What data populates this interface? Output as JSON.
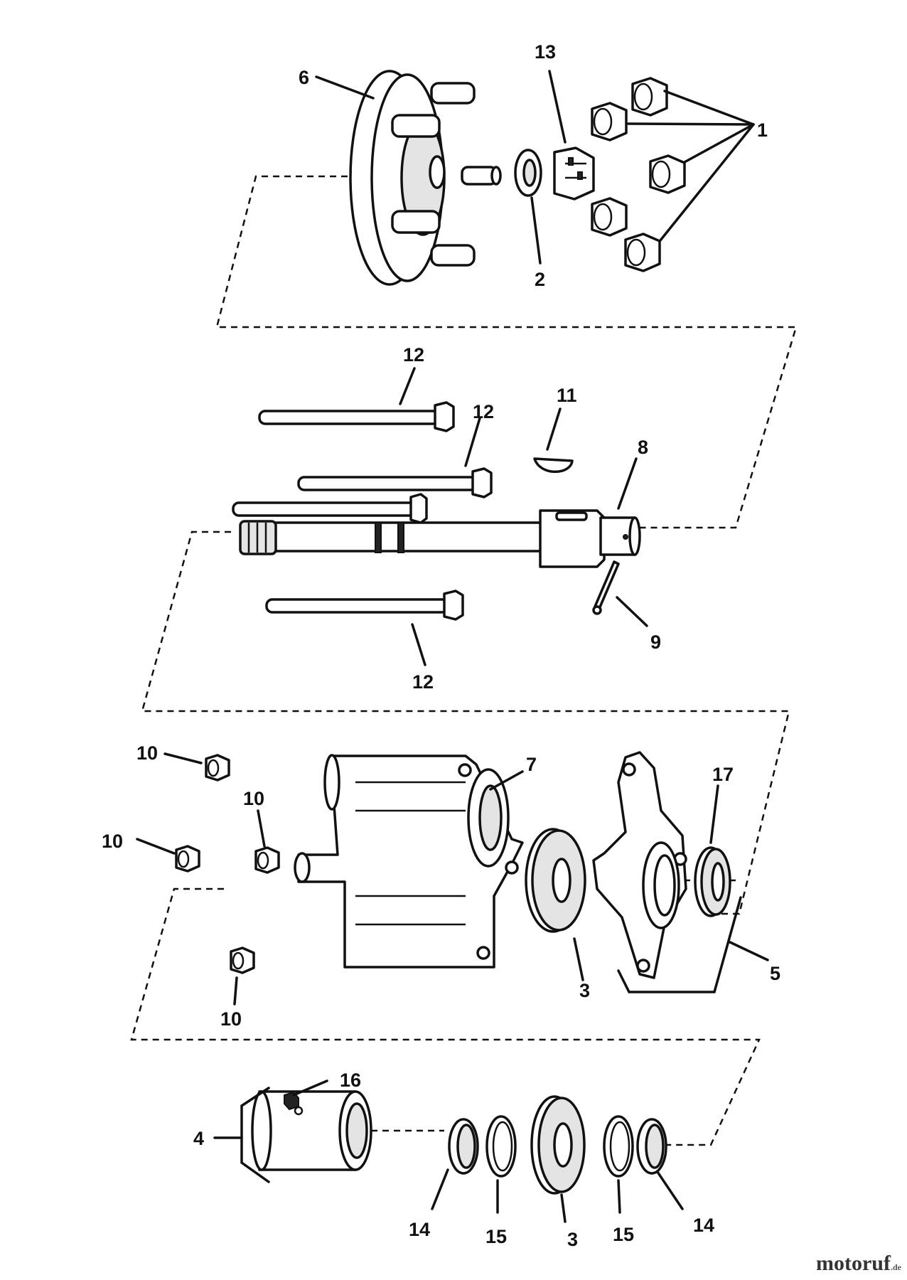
{
  "callouts": {
    "c1": "1",
    "c2": "2",
    "c3a": "3",
    "c3b": "3",
    "c4": "4",
    "c5": "5",
    "c6": "6",
    "c7": "7",
    "c8": "8",
    "c9": "9",
    "c10a": "10",
    "c10b": "10",
    "c10c": "10",
    "c10d": "10",
    "c11": "11",
    "c12a": "12",
    "c12b": "12",
    "c12c": "12",
    "c13": "13",
    "c14a": "14",
    "c14b": "14",
    "c15a": "15",
    "c15b": "15",
    "c16": "16",
    "c17": "17"
  },
  "watermark": {
    "main": "motoruf",
    "suffix": ".de"
  },
  "colors": {
    "line": "#111111",
    "watermark_dark": "#333333",
    "watermark_accent": "#6a9a2a"
  }
}
